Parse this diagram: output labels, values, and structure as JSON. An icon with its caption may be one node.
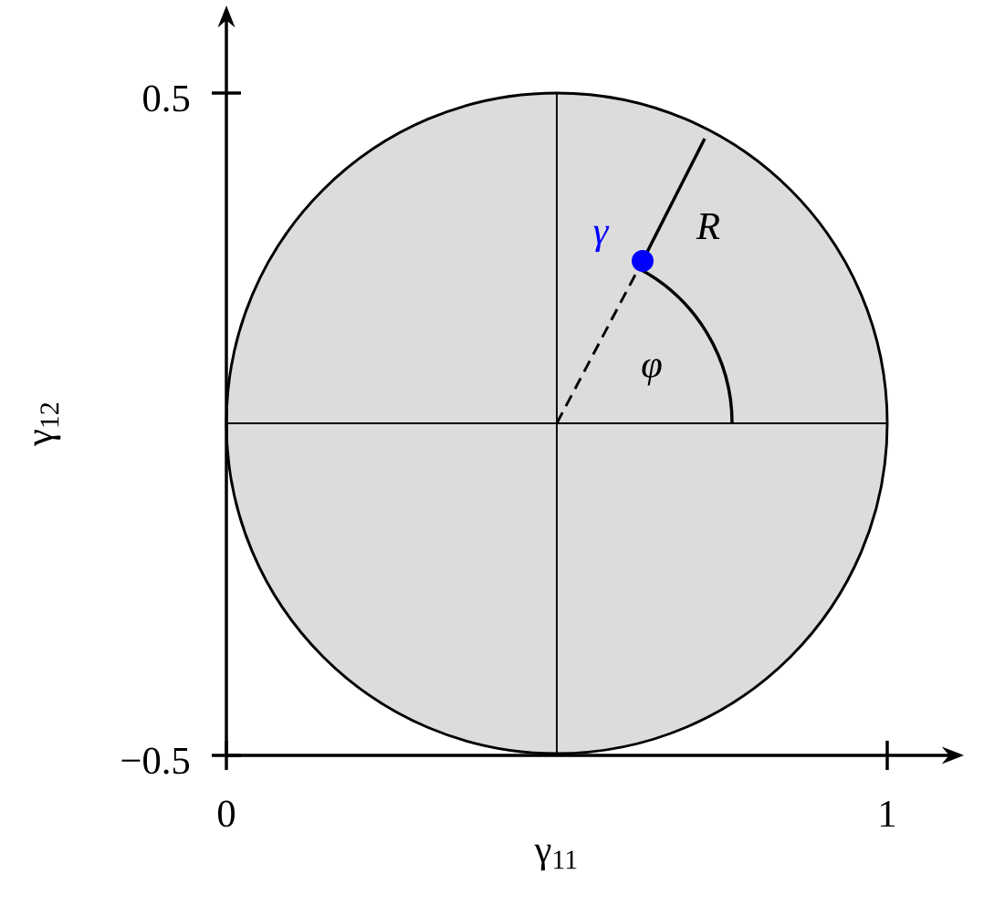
{
  "diagram": {
    "labels": [
      "0.5",
      "−0.5",
      "0",
      "1",
      "γ$_{11}$",
      "γ$_{12}$",
      "γ",
      "R",
      "φ"
    ]
  }
}
